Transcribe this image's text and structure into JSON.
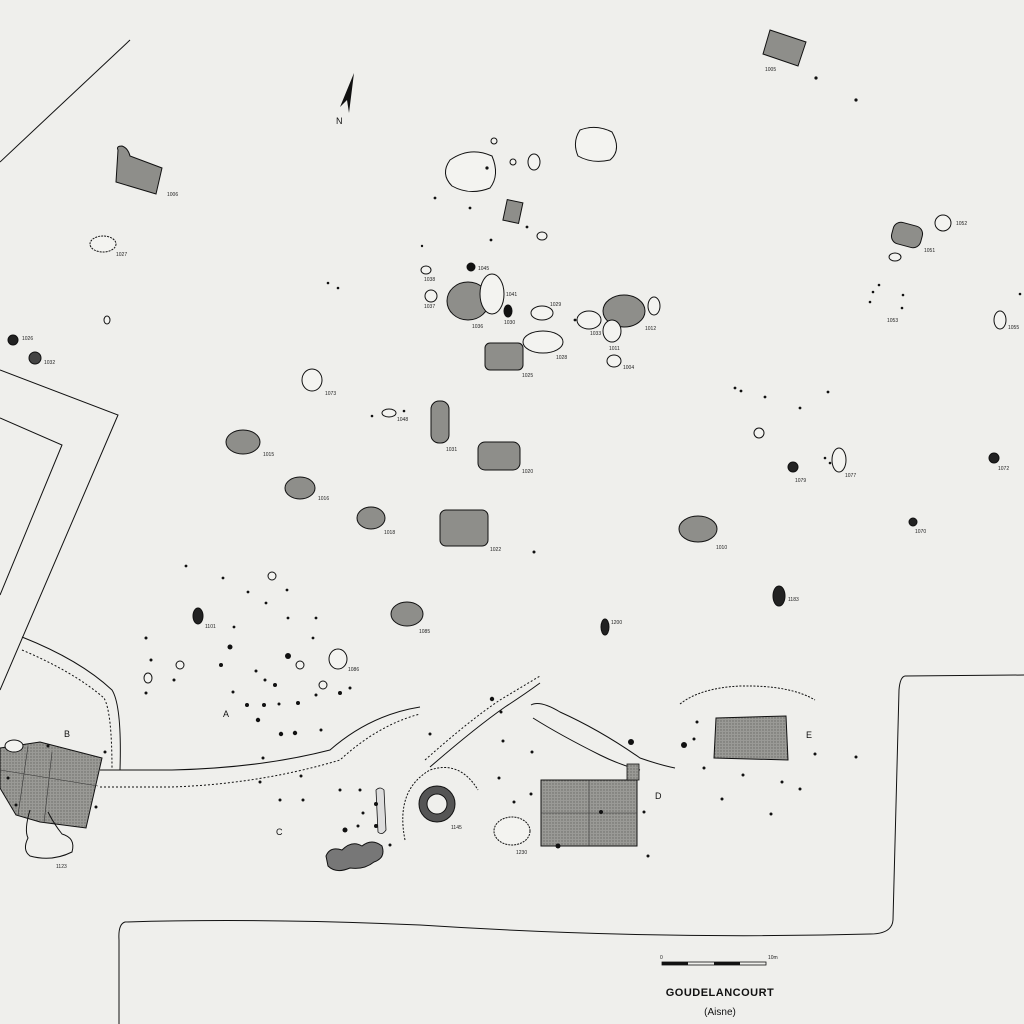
{
  "title": "GOUDELANCOURT",
  "subtitle": "(Aisne)",
  "north_label": "N",
  "scale": {
    "start": "0",
    "end": "10m"
  },
  "zones": [
    "A",
    "B",
    "C",
    "D",
    "E"
  ],
  "feature_labels": {
    "f1005": "1005",
    "f1006": "1006",
    "f1027": "1027",
    "f1026": "1026",
    "f1032": "1032",
    "f1045": "1045",
    "f1038": "1038",
    "f1037": "1037",
    "f1036": "1036",
    "f1030": "1030",
    "f1041": "1041",
    "f1029": "1029",
    "f1033": "1033",
    "f1011": "1011",
    "f1012": "1012",
    "f1028": "1028",
    "f1025": "1025",
    "f1004": "1004",
    "f1052": "1052",
    "f1051": "1051",
    "f1053": "1053",
    "f1055": "1055",
    "f1073": "1073",
    "f1048": "1048",
    "f1031": "1031",
    "f1015": "1015",
    "f1020": "1020",
    "f1079": "1079",
    "f1077": "1077",
    "f1072": "1072",
    "f1016": "1016",
    "f1018": "1018",
    "f1022": "1022",
    "f1010": "1010",
    "f1070": "1070",
    "f1183": "1183",
    "f1101": "1101",
    "f1085": "1085",
    "f1200": "1200",
    "f1086": "1086",
    "f1145": "1145",
    "f1230": "1230",
    "f1123": "1123"
  }
}
